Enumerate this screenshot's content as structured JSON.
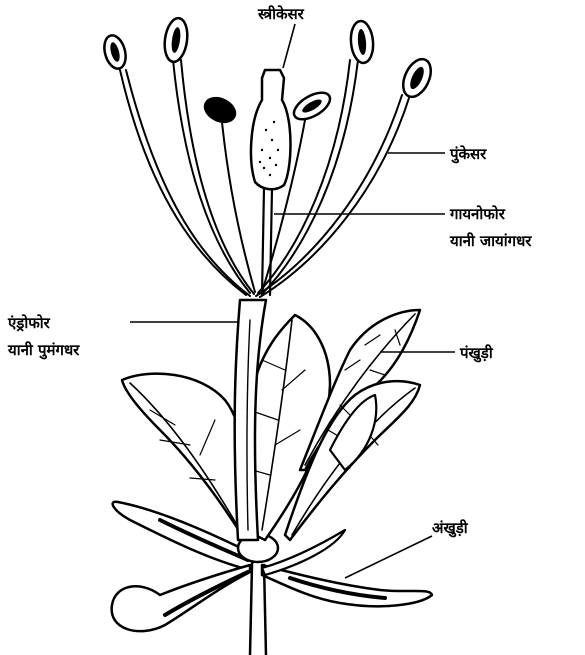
{
  "labels": {
    "pistil": "स्त्रीकेसर",
    "stamens": "पुंकेसर",
    "gynophore_line1": "गायनोफोर",
    "gynophore_line2": "यानी जायांगधर",
    "androphore_line1": "एंड्रोफोर",
    "androphore_line2": "यानी पुमंगधर",
    "petals": "पंखुड़ी",
    "sepals": "अंखुड़ी"
  }
}
